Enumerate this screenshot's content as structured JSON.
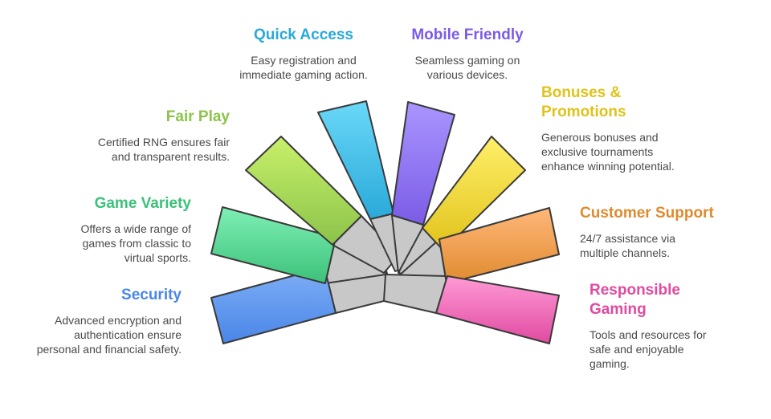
{
  "features": [
    {
      "key": "security",
      "title": "Security",
      "description": "Advanced encryption and authentication ensure personal and financial safety.",
      "color": "#4a86e8",
      "color_light": "#7eaef5"
    },
    {
      "key": "game_variety",
      "title": "Game Variety",
      "description": "Offers a wide range of games from classic to virtual sports.",
      "color": "#3cc17a",
      "color_light": "#7ef0b4"
    },
    {
      "key": "fair_play",
      "title": "Fair Play",
      "description": "Certified RNG ensures fair and transparent results.",
      "color": "#8bc34a",
      "color_light": "#c8f06a"
    },
    {
      "key": "quick_access",
      "title": "Quick Access",
      "description": "Easy registration and immediate gaming action.",
      "color": "#2aa9d9",
      "color_light": "#6ad8f8"
    },
    {
      "key": "mobile_friendly",
      "title": "Mobile Friendly",
      "description": "Seamless gaming on various devices.",
      "color": "#7b5ce6",
      "color_light": "#a995ff"
    },
    {
      "key": "bonuses",
      "title": "Bonuses & Promotions",
      "description": "Generous bonuses and exclusive tournaments enhance winning potential.",
      "color": "#e0c21a",
      "color_light": "#fff06a"
    },
    {
      "key": "customer_support",
      "title": "Customer Support",
      "description": "24/7 assistance via multiple channels.",
      "color": "#e08a2e",
      "color_light": "#ffb87a"
    },
    {
      "key": "responsible_gaming",
      "title": "Responsible Gaming",
      "description": "Tools and resources for safe and enjoyable gaming.",
      "color": "#e04aa0",
      "color_light": "#ff9ad6"
    }
  ],
  "colors": {
    "hub_fill": "#c8c8c8",
    "outline": "#3a3a3a",
    "text": "#4a4a4a"
  }
}
